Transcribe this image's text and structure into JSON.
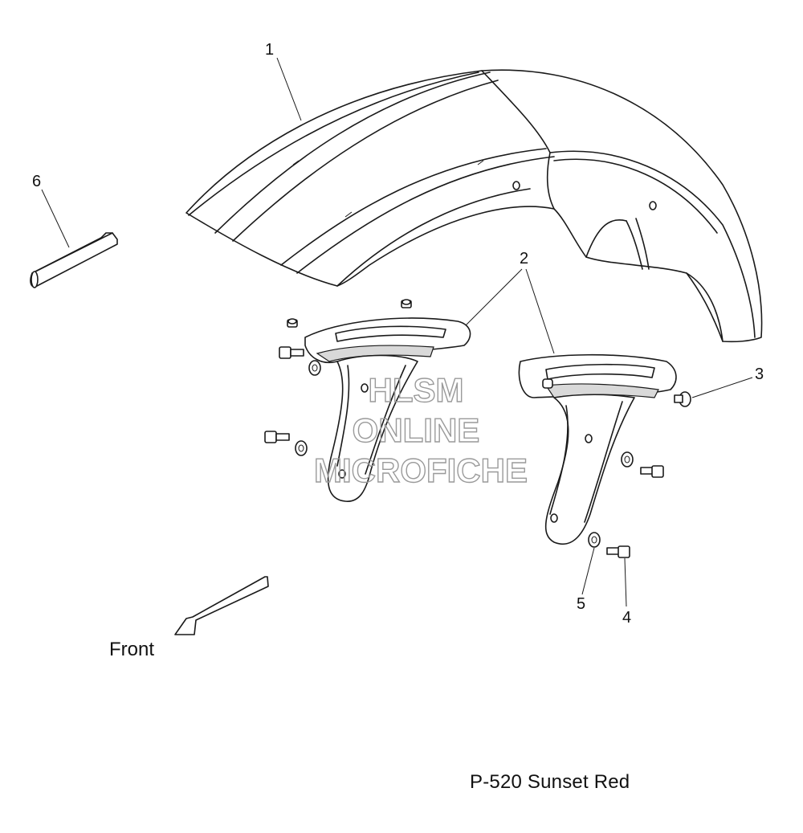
{
  "callouts": [
    {
      "id": "1",
      "label": "1"
    },
    {
      "id": "2",
      "label": "2"
    },
    {
      "id": "3",
      "label": "3"
    },
    {
      "id": "4",
      "label": "4"
    },
    {
      "id": "5",
      "label": "5"
    },
    {
      "id": "6",
      "label": "6"
    }
  ],
  "direction_label": "Front",
  "caption": "P-520  Sunset Red",
  "watermark": {
    "line1": "HLSM",
    "line2": "ONLINE",
    "line3": "MICROFICHE"
  }
}
